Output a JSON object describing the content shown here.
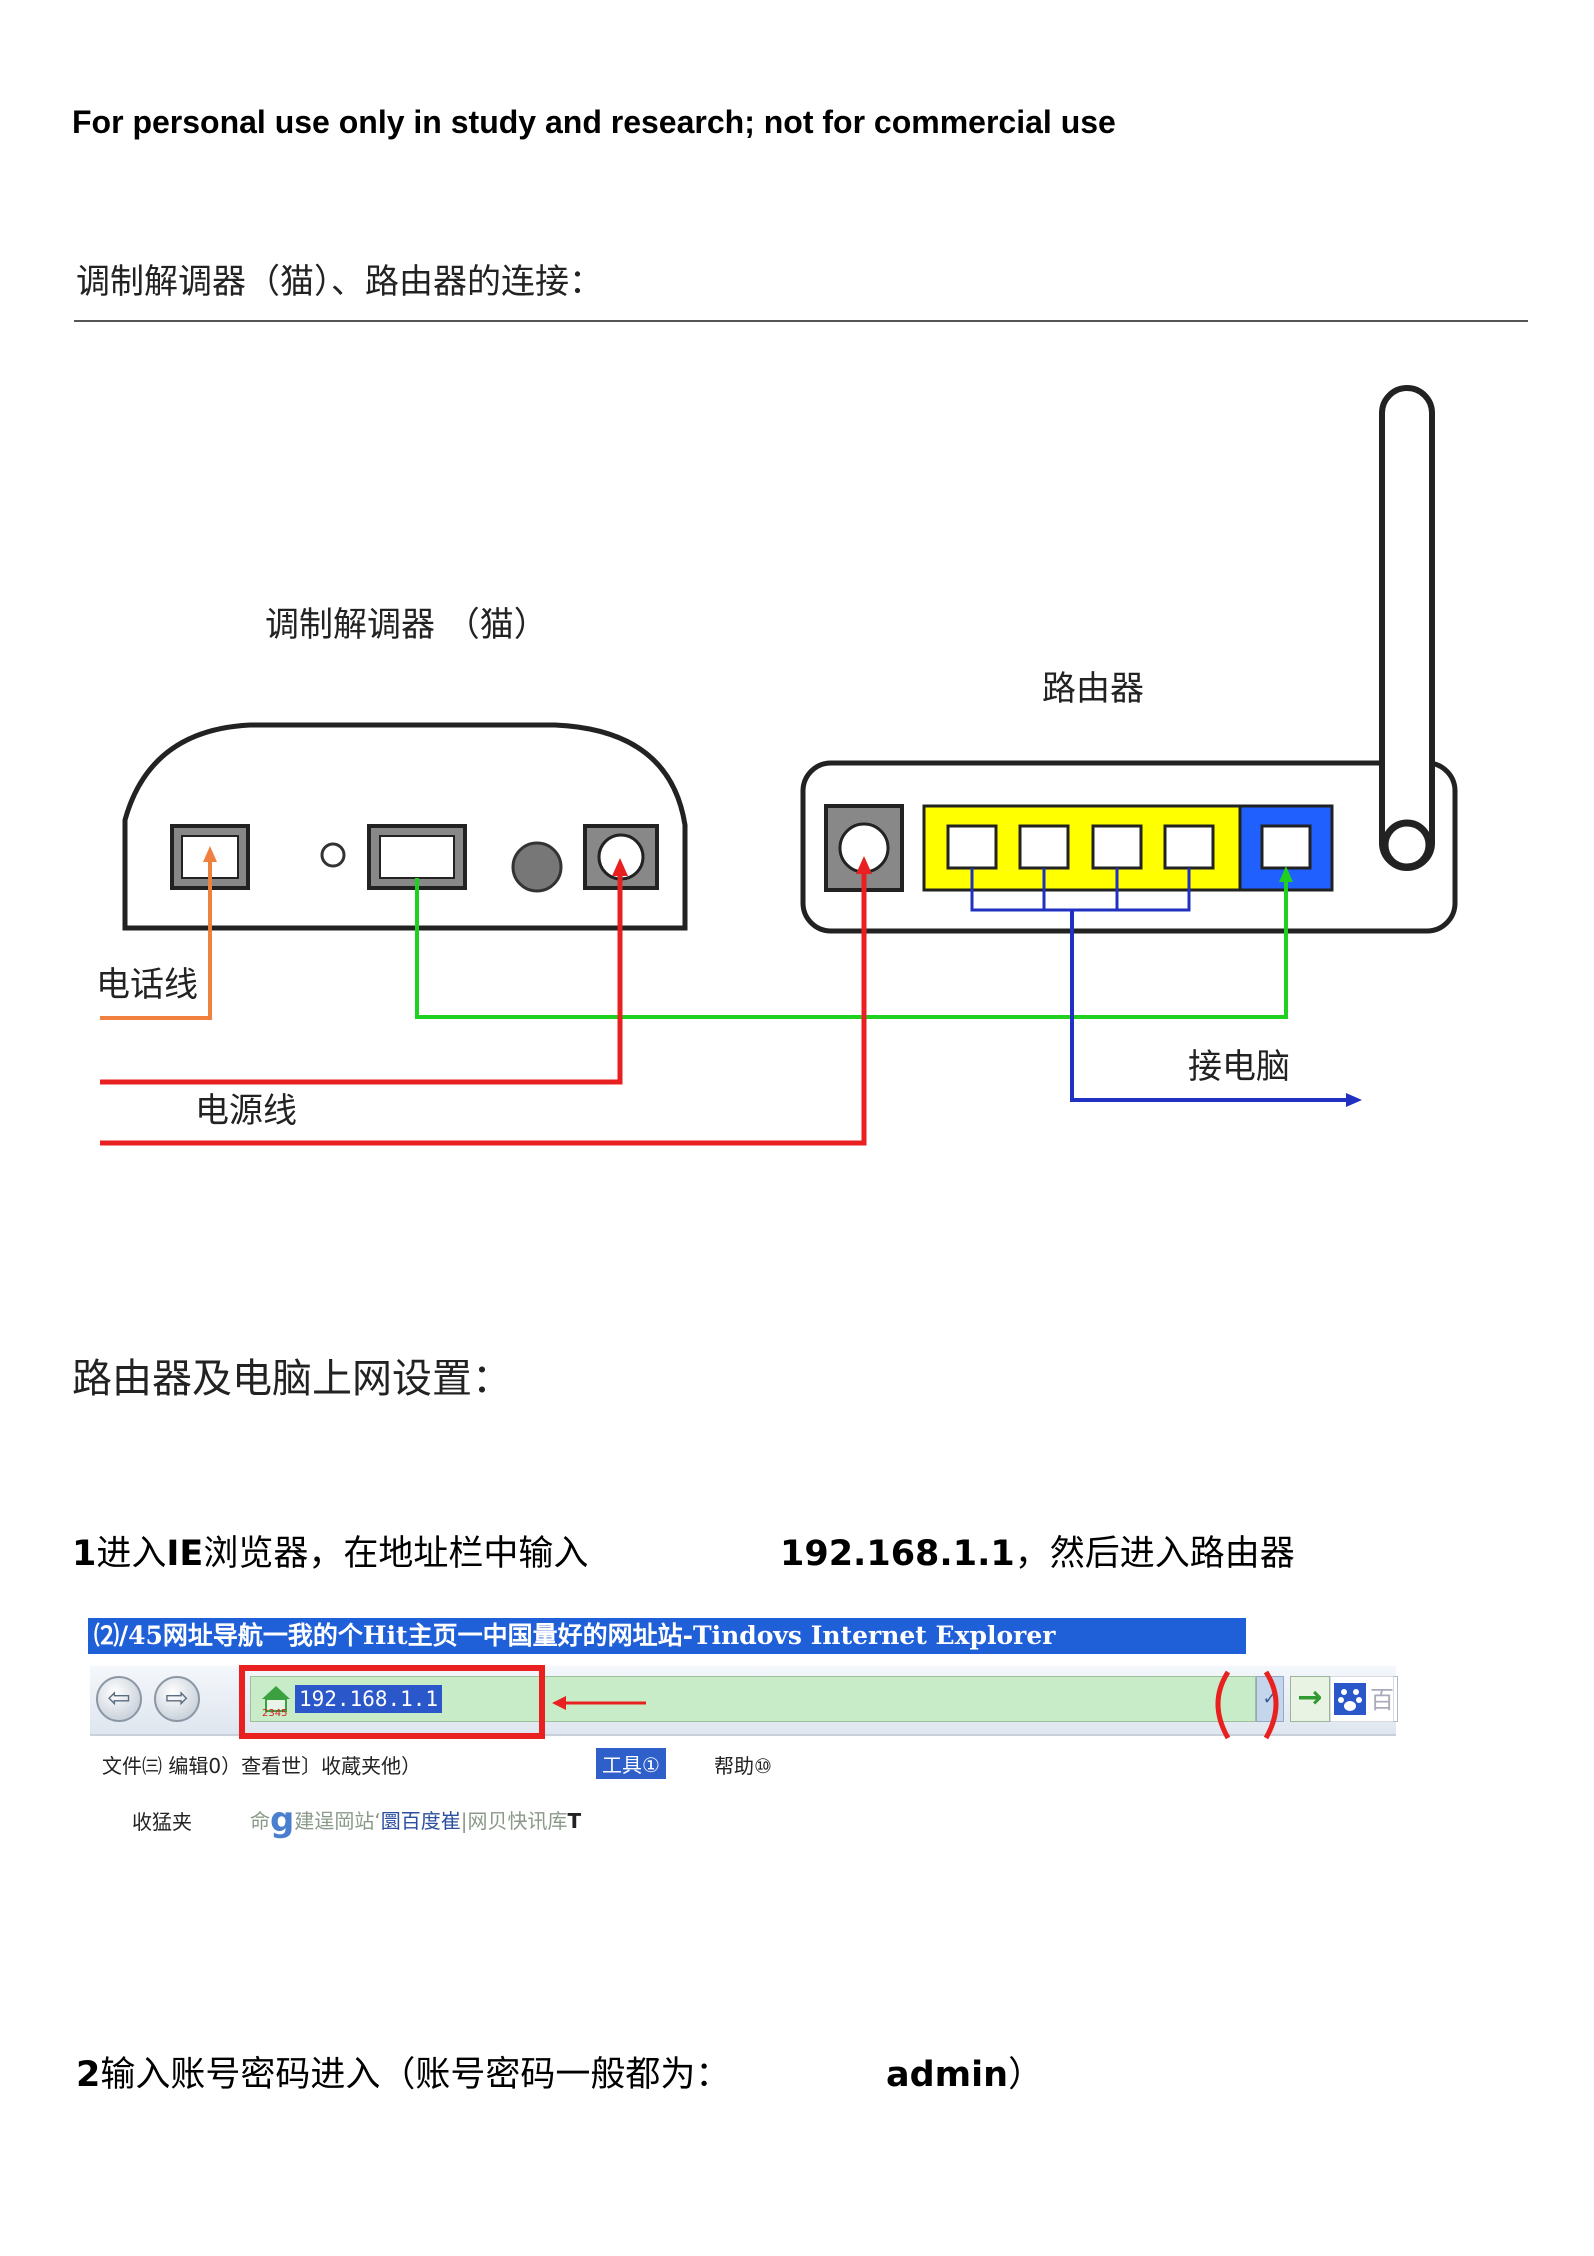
{
  "disclaimer": "For personal use only in study and research; not for commercial use",
  "section1_heading": "调制解调器（猫）、路由器的连接：",
  "diagram": {
    "modem_label": "调制解调器 （猫）",
    "router_label": "路由器",
    "phone_line_label": "电话线",
    "power_line_label": "电源线",
    "pc_label": "接电脑",
    "colors": {
      "phone_line": "#f08040",
      "power_line": "#e82020",
      "wan_link": "#20d020",
      "lan_link": "#2030c0",
      "lan_ports": "#ffff00",
      "wan_port": "#2060ff"
    }
  },
  "section2_heading": "路由器及电脑上网设置：",
  "step1": {
    "num": "1",
    "text_a": "进入",
    "text_b": "IE",
    "text_c": "浏览器，在地址栏中输入",
    "ip": "192.168.1.1",
    "text_d": "，然后进入路由器"
  },
  "ie_window": {
    "title": "⑵/45网址导航一我的个Hit主页一中国量好的网址站-Tindovs Internet Explorer",
    "address_value": "192.168.1.1",
    "address_icon_text": "2345",
    "search_stub": "百",
    "menu_file": "文件㈢ 编辑0）查看世〕收蔵夹他）",
    "menu_tools": "工具①",
    "menu_help": "帮助⑩",
    "favorites_label": "收猛夹",
    "fav_a": "命",
    "fav_g": "g",
    "fav_b": "建逞岡站",
    "fav_c": "‘",
    "fav_d": "圜百度崔",
    "fav_e": "|网贝快讯库",
    "fav_f": "T"
  },
  "step2": {
    "num": "2",
    "text": "输入账号密码进入（账号密码一般都为：",
    "value": "admin",
    "close": "）"
  }
}
